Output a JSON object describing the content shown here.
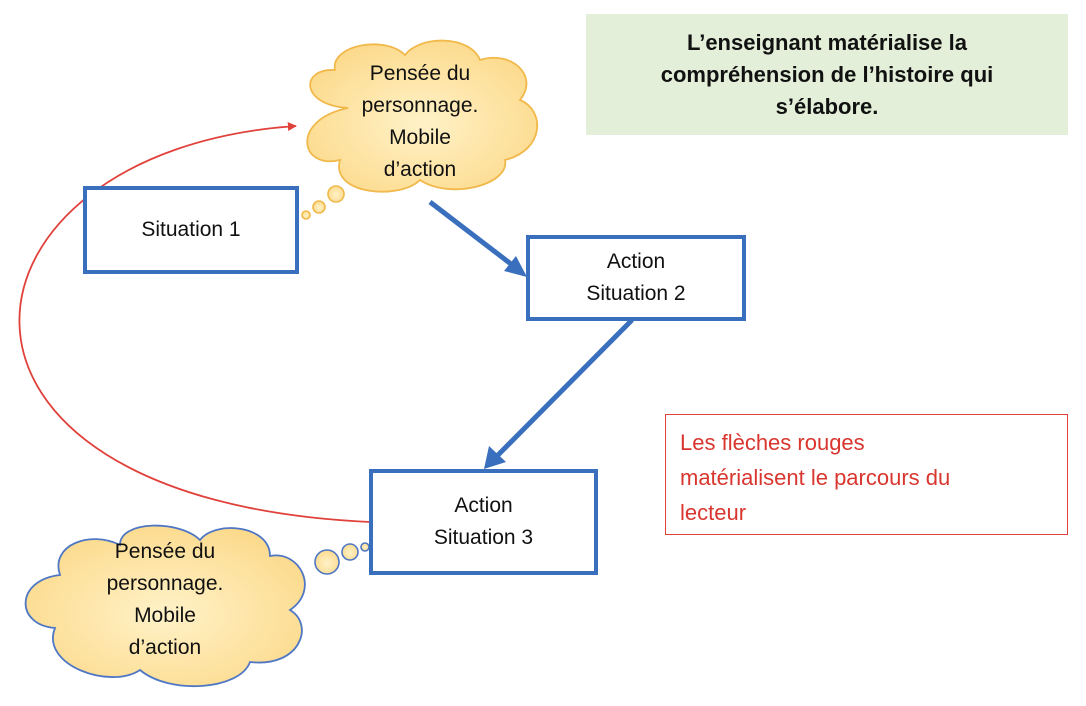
{
  "colors": {
    "box_border": "#3a6fbd",
    "arrow_blue": "#3a6fbd",
    "arrow_red": "#e0413a",
    "cloud_fill": "#fde39a",
    "cloud_top_border": "#f1b84a",
    "cloud_bottom_border": "#4f77c4",
    "note_green_bg": "#e3efd9",
    "note_red_text": "#d8362f"
  },
  "boxes": {
    "situation1": {
      "lines": [
        "Situation 1"
      ]
    },
    "situation2": {
      "lines": [
        "Action",
        "Situation 2"
      ]
    },
    "situation3": {
      "lines": [
        "Action",
        "Situation 3"
      ]
    }
  },
  "clouds": {
    "top": {
      "lines": [
        "Pensée du",
        "personnage.",
        "Mobile",
        "d’action"
      ]
    },
    "bottom": {
      "lines": [
        "Pensée du",
        "personnage.",
        "Mobile",
        "d’action"
      ]
    }
  },
  "notes": {
    "teacher": {
      "lines": [
        "L’enseignant matérialise la",
        "compréhension de l’histoire qui",
        "s’élabore."
      ]
    },
    "reader": {
      "lines": [
        "Les flèches rouges",
        "matérialisent le parcours du",
        "lecteur"
      ]
    }
  }
}
